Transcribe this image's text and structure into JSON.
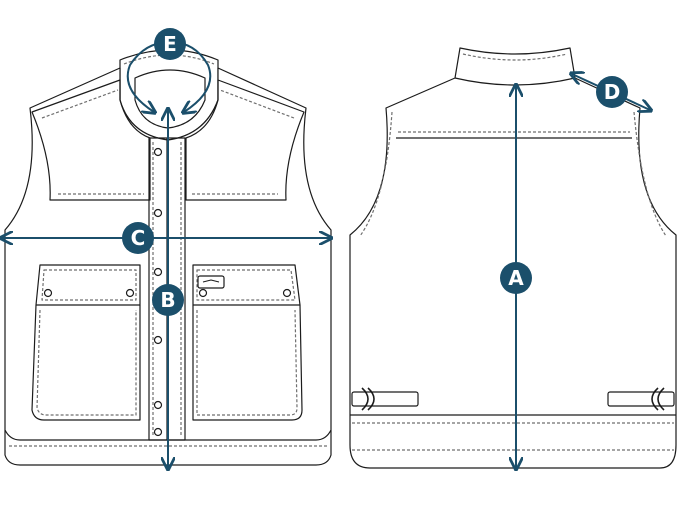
{
  "colors": {
    "outline": "#1c1c1c",
    "stitch": "#6f6f6f",
    "measure": "#1b4f6b",
    "badge": "#1b4f6b",
    "badge_text": "#ffffff",
    "background": "#ffffff"
  },
  "markers": {
    "a": "A",
    "b": "B",
    "c": "C",
    "d": "D",
    "e": "E"
  }
}
